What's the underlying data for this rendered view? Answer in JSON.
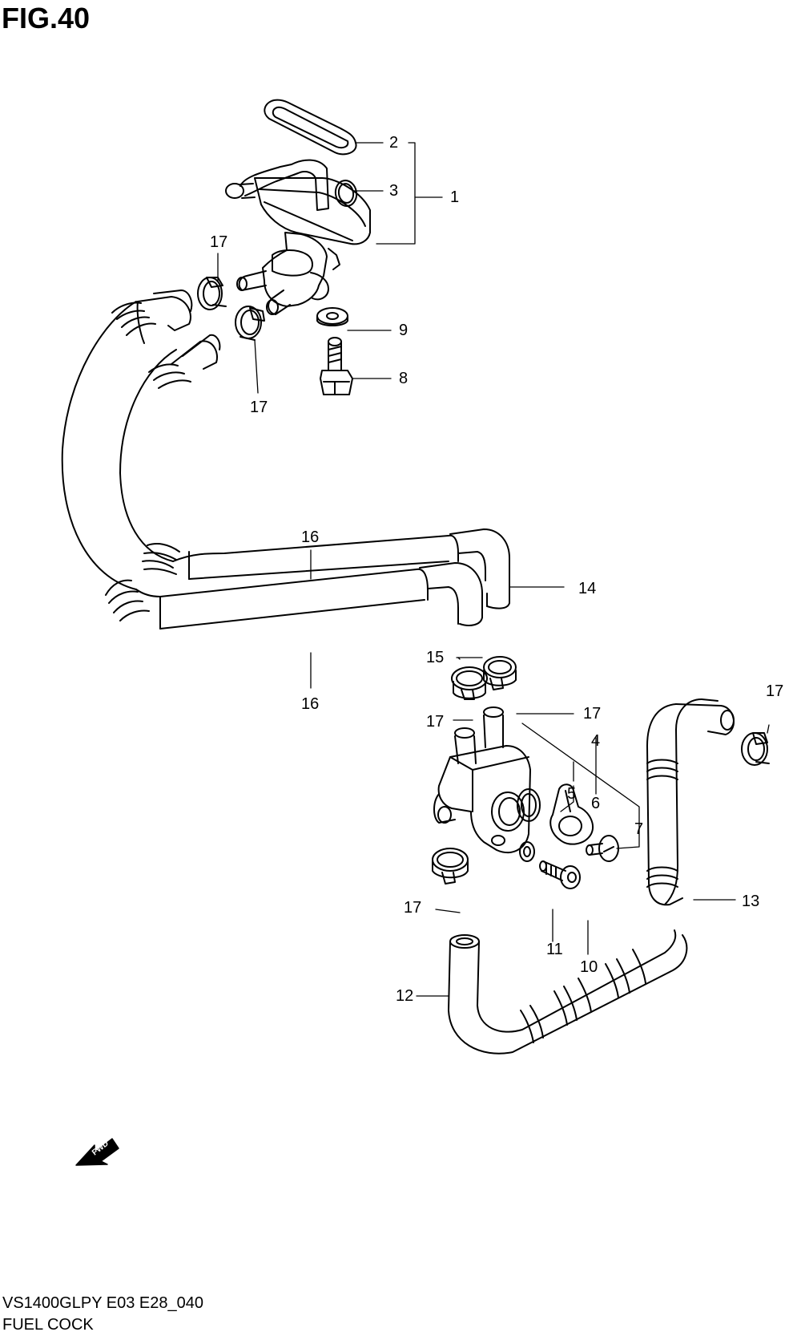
{
  "figure_title": "FIG.40",
  "footer": {
    "model_code": "VS1400GLPY E03 E28_040",
    "section_name": "FUEL COCK"
  },
  "fwd_label": "FWD",
  "callouts": [
    {
      "id": "c2",
      "text": "2"
    },
    {
      "id": "c3",
      "text": "3"
    },
    {
      "id": "c1",
      "text": "1"
    },
    {
      "id": "c17a",
      "text": "17"
    },
    {
      "id": "c9",
      "text": "9"
    },
    {
      "id": "c8",
      "text": "8"
    },
    {
      "id": "c17b",
      "text": "17"
    },
    {
      "id": "c16a",
      "text": "16"
    },
    {
      "id": "c14",
      "text": "14"
    },
    {
      "id": "c15",
      "text": "15"
    },
    {
      "id": "c16b",
      "text": "16"
    },
    {
      "id": "c17c",
      "text": "17"
    },
    {
      "id": "c17d",
      "text": "17"
    },
    {
      "id": "c17e",
      "text": "17"
    },
    {
      "id": "c4",
      "text": "4"
    },
    {
      "id": "c5",
      "text": "5"
    },
    {
      "id": "c6",
      "text": "6"
    },
    {
      "id": "c7",
      "text": "7"
    },
    {
      "id": "c13",
      "text": "13"
    },
    {
      "id": "c17f",
      "text": "17"
    },
    {
      "id": "c11",
      "text": "11"
    },
    {
      "id": "c10",
      "text": "10"
    },
    {
      "id": "c12",
      "text": "12"
    }
  ]
}
